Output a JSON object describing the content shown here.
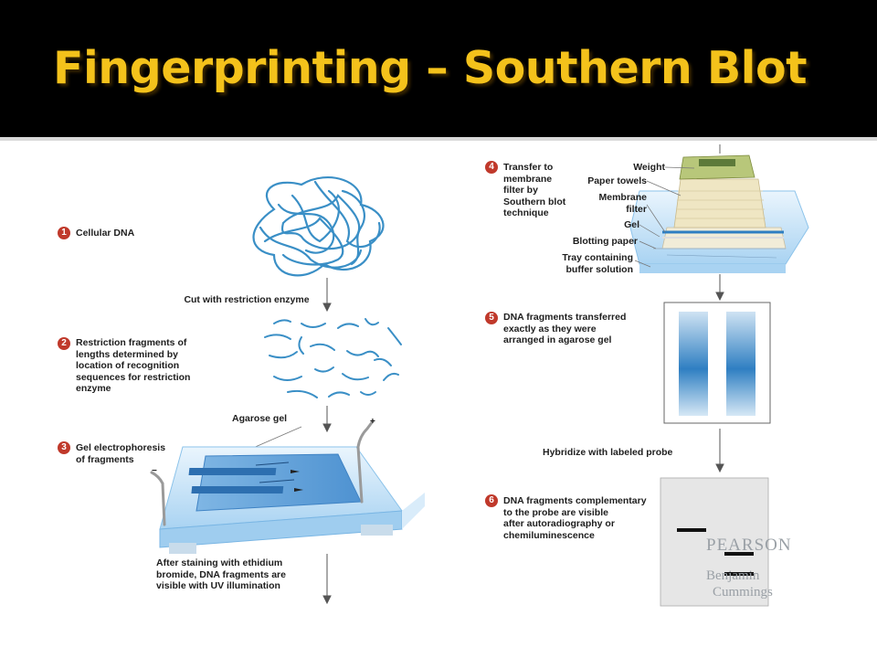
{
  "slide": {
    "title": "Fingerprinting – Southern Blot"
  },
  "steps": [
    {
      "number": "1",
      "text": "Cellular DNA"
    },
    {
      "number": "2",
      "text": "Restriction fragments of\nlengths determined by\nlocation of recognition\nsequences for restriction\nenzyme"
    },
    {
      "number": "3",
      "text": "Gel electrophoresis\nof fragments"
    },
    {
      "number": "4",
      "text": "Transfer to\nmembrane\nfilter by\nSouthern blot\ntechnique"
    },
    {
      "number": "5",
      "text": "DNA fragments transferred\nexactly as they were\narranged in agarose gel"
    },
    {
      "number": "6",
      "text": "DNA fragments complementary\nto the probe are visible\nafter autoradiography or\nchemiluminescence"
    }
  ],
  "annotations": {
    "cut": "Cut with restriction enzyme",
    "agarose_gel": "Agarose gel",
    "staining": "After staining with ethidium\nbromide, DNA fragments are\nvisible with UV illumination",
    "hybridize": "Hybridize with labeled probe",
    "minus_sign": "−",
    "plus_sign": "+"
  },
  "blot_layers": [
    "Weight",
    "Paper towels",
    "Membrane\nfilter",
    "Gel",
    "Blotting paper",
    "Tray containing\nbuffer solution"
  ],
  "watermark": {
    "line1": "PEARSON",
    "line2": "Benjamin",
    "line3": "Cummings"
  },
  "colors": {
    "title": "#f4c21b",
    "badge": "#c0392b",
    "dna": "#3a8fc6",
    "gel_blue": "#2f7fc2"
  }
}
